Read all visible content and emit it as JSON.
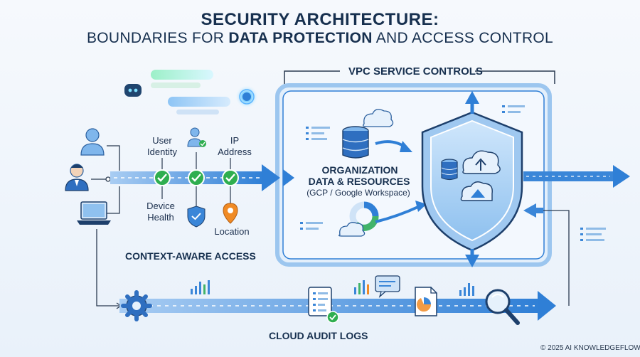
{
  "title": {
    "line1": "SECURITY ARCHITECTURE:",
    "line2_a": "BOUNDARIES FOR ",
    "line2_b": "DATA PROTECTION",
    "line2_c": " AND ACCESS CONTROL"
  },
  "vpc": {
    "label": "VPC SERVICE CONTROLS"
  },
  "context_access": {
    "label": "CONTEXT-AWARE ACCESS",
    "signals": {
      "user_identity": "User Identity",
      "ip_address": "IP Address",
      "device_health": "Device Health",
      "location": "Location"
    }
  },
  "org": {
    "line1": "ORGANIZATION",
    "line2": "DATA & RESOURCES",
    "sub": "(GCP / Google Workspace)"
  },
  "audit": {
    "label": "CLOUD AUDIT LOGS"
  },
  "footer": {
    "copyright": "© 2025 AI KNOWLEDGEFLOW"
  },
  "colors": {
    "accent": "#2f7fd6",
    "arrow": "#3a86d8",
    "check": "#2fae4f",
    "location_pin": "#f08a24",
    "panel": "#dcebfb",
    "chat_green": "#7ee3b8"
  }
}
